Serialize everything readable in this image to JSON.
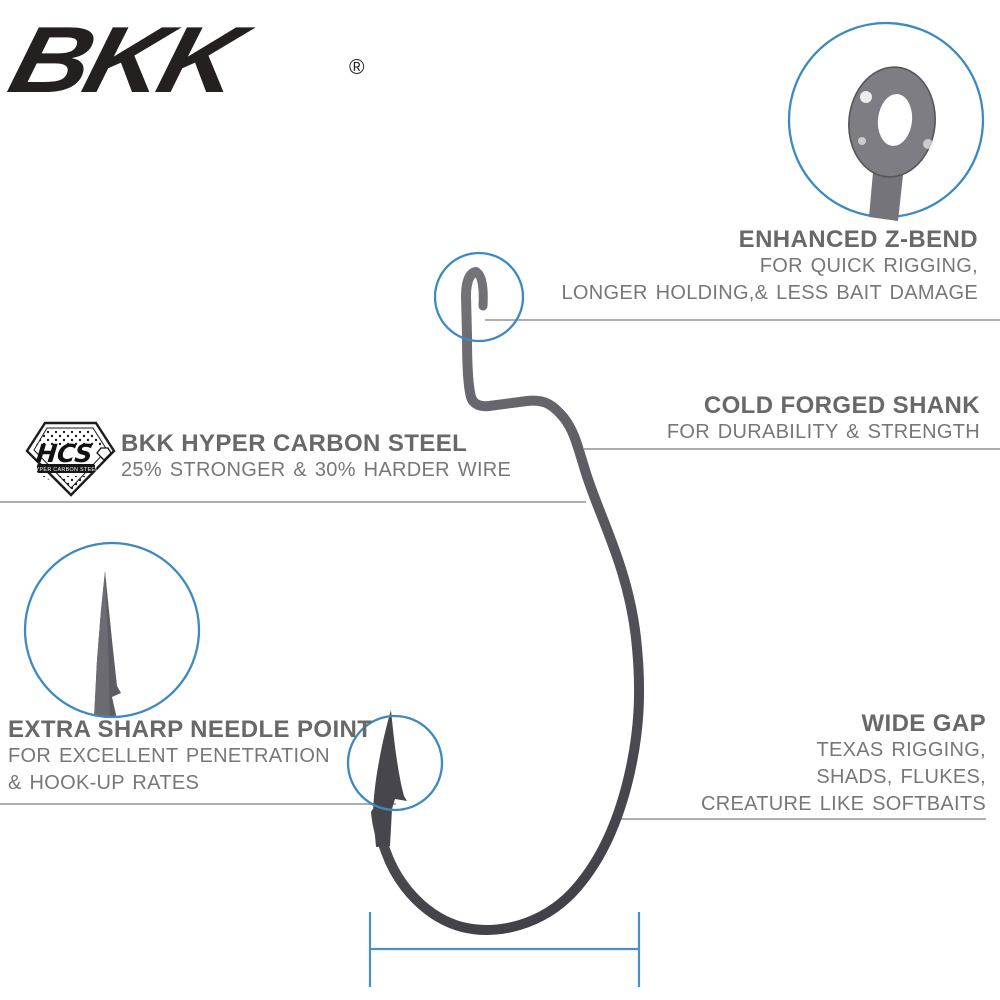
{
  "brand": {
    "name": "BKK",
    "registered": "®"
  },
  "features": {
    "z_bend": {
      "title": "ENHANCED Z-BEND",
      "lines": [
        "FOR QUICK RIGGING,",
        "LONGER HOLDING,& LESS BAIT DAMAGE"
      ]
    },
    "shank": {
      "title": "COLD FORGED SHANK",
      "lines": [
        "FOR DURABILITY & STRENGTH"
      ]
    },
    "steel": {
      "title": "BKK HYPER CARBON STEEL",
      "lines": [
        "25% STRONGER & 30% HARDER WIRE"
      ],
      "badge_monogram": "HCS",
      "badge_banner": "HYPER CARBON STEEL"
    },
    "point": {
      "title": "EXTRA SHARP NEEDLE POINT",
      "lines": [
        "FOR EXCELLENT PENETRATION",
        "& HOOK-UP RATES"
      ]
    },
    "gap": {
      "title": "WIDE GAP",
      "lines": [
        "TEXAS RIGGING,",
        "SHADS, FLUKES,",
        "CREATURE LIKE SOFTBAITS"
      ]
    }
  },
  "colors": {
    "accent_blue": "#3d8ac1",
    "measure_blue": "#4a90c8",
    "heading_gray": "#686868",
    "sub_gray": "#777777",
    "rule_gray": "#a3a3a3",
    "wire_dark": "#3e3e44",
    "wire_light": "#7d7d83",
    "logo_black": "#242020"
  }
}
